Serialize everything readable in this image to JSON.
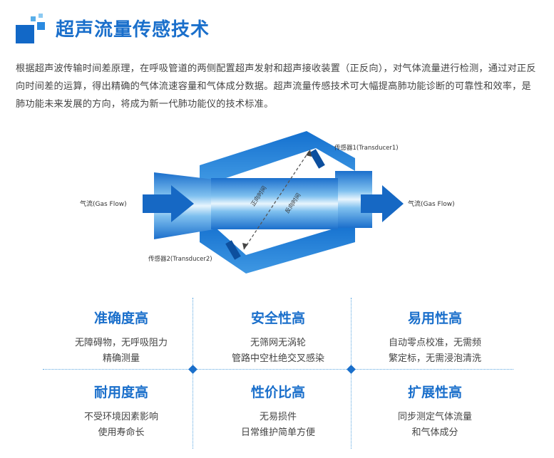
{
  "header": {
    "title": "超声流量传感技术",
    "logo_icon": "blue-squares-logo-icon"
  },
  "intro": {
    "text": "根据超声波传输时间差原理，在呼吸管道的两侧配置超声发射和超声接收装置（正反向），对气体流量进行检测，通过对正反向时间差的运算，得出精确的气体流速容量和气体成分数据。超声流量传感技术可大幅提高肺功能诊断的可靠性和效率，是肺功能未来发展的方向，将成为新一代肺功能仪的技术标准。"
  },
  "diagram": {
    "transducer1": "传感器1(Transducer1)",
    "transducer2": "传感器2(Transducer2)",
    "gas_in": "气流(Gas Flow)",
    "gas_out": "气流(Gas Flow)",
    "forward_time": "正向时间",
    "reverse_time": "反向时间",
    "colors": {
      "pipe": "#1a7fd6",
      "pipe_light": "#8cc6f0",
      "arrow": "#1668c4"
    }
  },
  "features": [
    {
      "title": "准确度高",
      "lines": [
        "无障碍物，无呼吸阻力",
        "精确测量"
      ]
    },
    {
      "title": "安全性高",
      "lines": [
        "无筛网无涡轮",
        "管路中空杜绝交叉感染"
      ]
    },
    {
      "title": "易用性高",
      "lines": [
        "自动零点校准，无需频",
        "繁定标，无需浸泡清洗"
      ]
    },
    {
      "title": "耐用度高",
      "lines": [
        "不受环境因素影响",
        "使用寿命长"
      ]
    },
    {
      "title": "性价比高",
      "lines": [
        "无易损件",
        "日常维护简单方便"
      ]
    },
    {
      "title": "扩展性高",
      "lines": [
        "同步测定气体流量",
        "和气体成分"
      ]
    }
  ]
}
